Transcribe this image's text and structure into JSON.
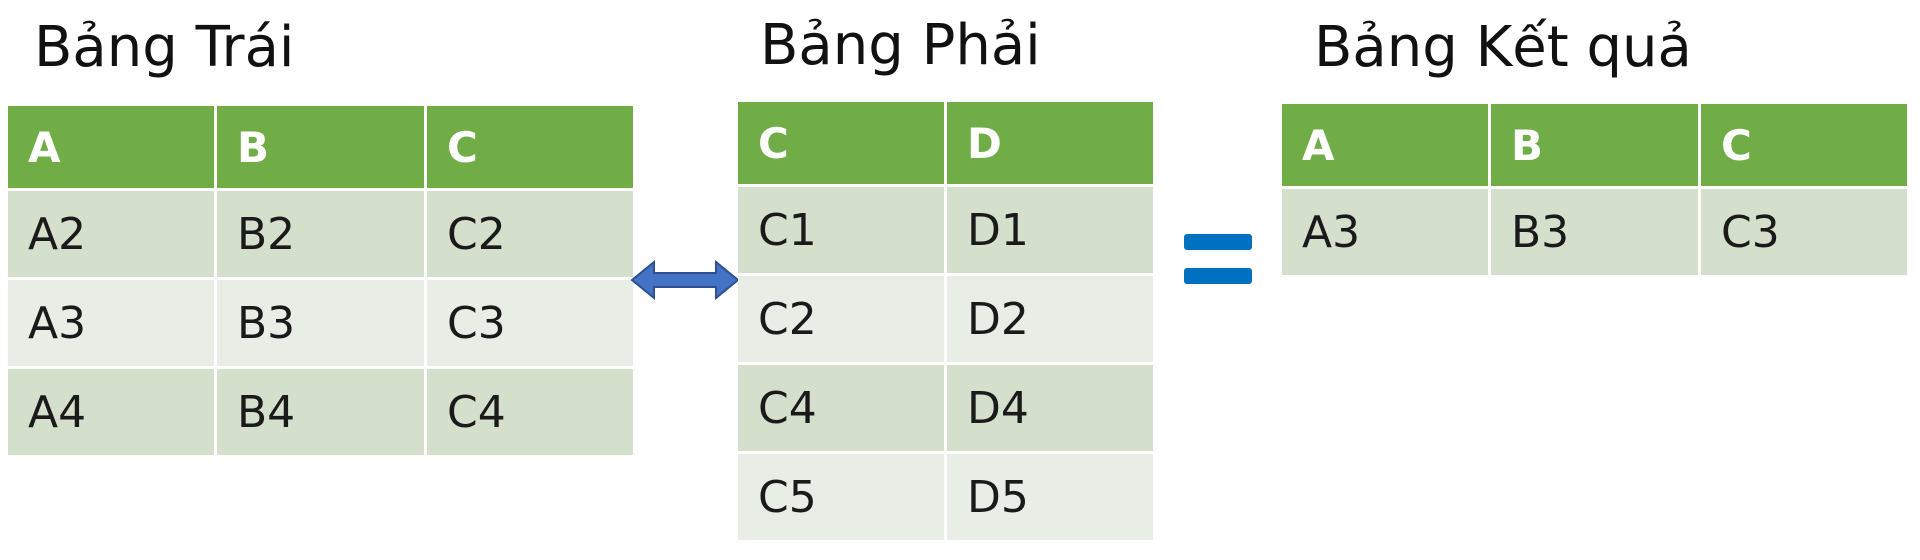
{
  "titles": {
    "left": "Bảng Trái",
    "right": "Bảng Phải",
    "result": "Bảng Kết quả"
  },
  "left_table": {
    "headers": [
      "A",
      "B",
      "C"
    ],
    "rows": [
      [
        "A2",
        "B2",
        "C2"
      ],
      [
        "A3",
        "B3",
        "C3"
      ],
      [
        "A4",
        "B4",
        "C4"
      ]
    ]
  },
  "right_table": {
    "headers": [
      "C",
      "D"
    ],
    "rows": [
      [
        "C1",
        "D1"
      ],
      [
        "C2",
        "D2"
      ],
      [
        "C4",
        "D4"
      ],
      [
        "C5",
        "D5"
      ]
    ]
  },
  "result_table": {
    "headers": [
      "A",
      "B",
      "C"
    ],
    "rows": [
      [
        "A3",
        "B3",
        "C3"
      ]
    ]
  },
  "colors": {
    "header_green": "#70ad47",
    "row_dark": "#d4dfcc",
    "row_light": "#e8ede5",
    "arrow_blue": "#4472c4",
    "equals_blue": "#0070c0"
  },
  "icons": {
    "join": "double-arrow-icon",
    "equals": "equals-icon"
  }
}
